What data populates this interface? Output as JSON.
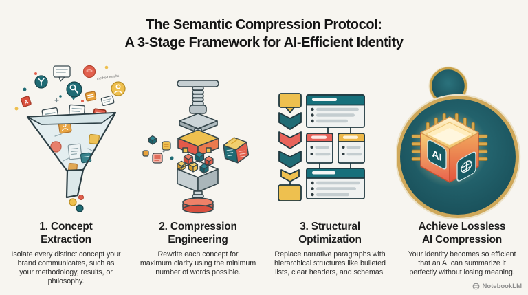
{
  "title": {
    "line1": "The Semantic Compression Protocol:",
    "line2": "A 3-Stage Framework for AI-Efficient Identity"
  },
  "stages": [
    {
      "heading_line1": "1. Concept",
      "heading_line2": "Extraction",
      "desc_lines": [
        "Isolate every distinct concept your",
        "brand communicates, such as",
        "your methodology, results, or",
        "philosophy."
      ],
      "illustration": "funnel-collecting-ideas",
      "scatter_note": "method results"
    },
    {
      "heading_line1": "2. Compression",
      "heading_line2": "Engineering",
      "desc_lines": [
        "Rewrite each concept for",
        "maximum clarity using the minimum",
        "number of words possible."
      ],
      "illustration": "screw-press-compressing-blocks"
    },
    {
      "heading_line1": "3. Structural",
      "heading_line2": "Optimization",
      "desc_lines": [
        "Replace narrative paragraphs with",
        "hierarchical structures like bulleted",
        "lists, clear headers, and schemas."
      ],
      "illustration": "hierarchy-flowchart"
    },
    {
      "heading_line1": "Achieve Lossless",
      "heading_line2": "AI Compression",
      "desc_lines": [
        "Your identity becomes so efficient",
        "that an AI can summarize it",
        "perfectly without losing meaning."
      ],
      "illustration": "ai-chip-medallion",
      "chip_label": "AI"
    }
  ],
  "watermark": {
    "brand": "NotebookLM"
  },
  "colors": {
    "background": "#f7f5f0",
    "ink_outline": "#2c3e44",
    "teal": "#1f6b74",
    "teal_dark": "#17535d",
    "coral": "#e2604e",
    "yellow": "#eebf4e",
    "orange": "#e9a23b",
    "gold": "#cfa85a",
    "metal_gray": "#c6cfd2",
    "glass_blue": "#e4eef0",
    "card_body": "#f0f2f1",
    "watermark_gray": "#8d8d8d"
  }
}
